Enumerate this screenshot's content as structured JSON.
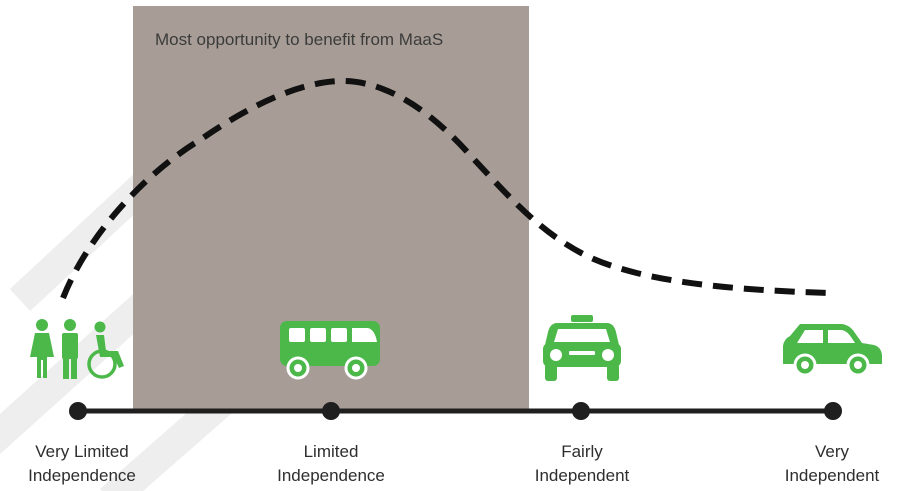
{
  "diagram": {
    "highlight_label": "Most opportunity to benefit from MaaS",
    "levels": [
      {
        "line1": "Very Limited",
        "line2": "Independence",
        "icon": "pedestrians-wheelchair-icon"
      },
      {
        "line1": "Limited",
        "line2": "Independence",
        "icon": "bus-icon"
      },
      {
        "line1": "Fairly",
        "line2": "Independent",
        "icon": "taxi-icon"
      },
      {
        "line1": "Very",
        "line2": "Independent",
        "icon": "car-icon"
      }
    ],
    "colors": {
      "icon_green": "#4cb84a",
      "band_fill": "#a79d96",
      "axis": "#1f1f1f",
      "curve": "#111111",
      "watermark": "#eeeeee"
    }
  }
}
